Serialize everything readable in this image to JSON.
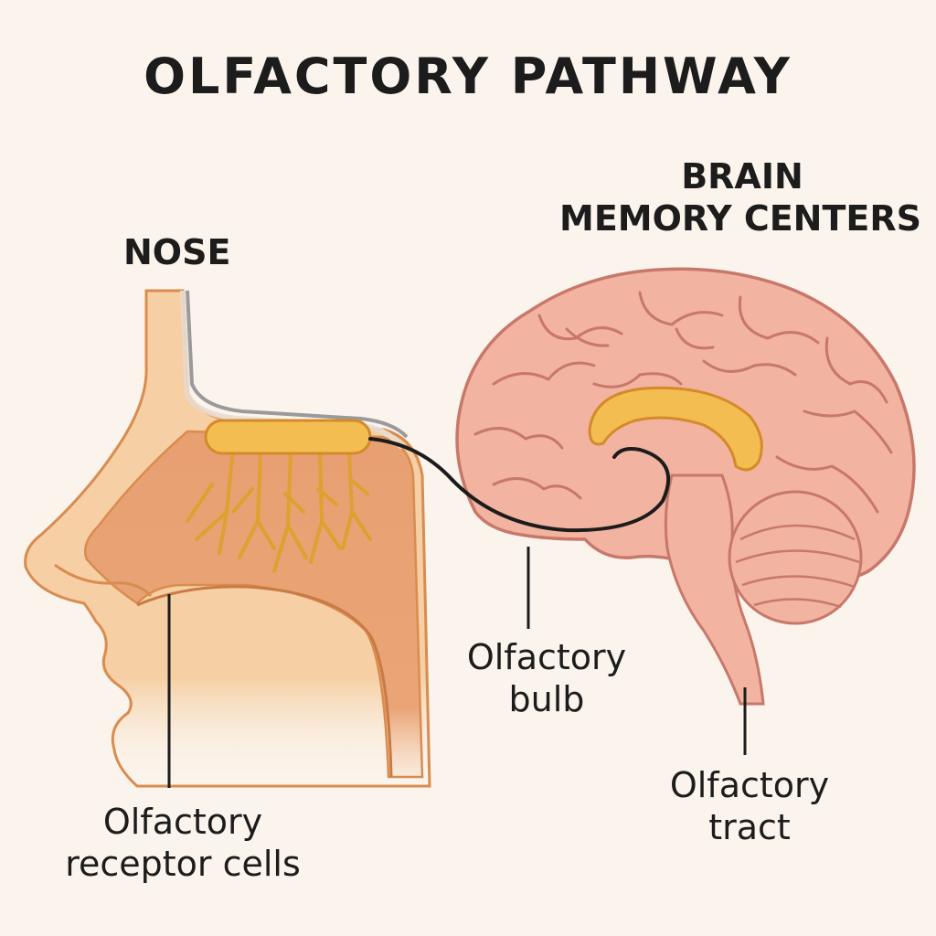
{
  "title": "OLFACTORY PATHWAY",
  "headings": {
    "nose": "NOSE",
    "brain_line1": "BRAIN",
    "brain_line2": "MEMORY CENTERS"
  },
  "labels": {
    "receptor_line1": "Olfactory",
    "receptor_line2": "receptor cells",
    "bulb_line1": "Olfactory",
    "bulb_line2": "bulb",
    "tract_line1": "Olfactory",
    "tract_line2": "tract"
  },
  "colors": {
    "background": "#fbf4ec",
    "skin": "#f6cfa4",
    "skin_outline": "#d98c50",
    "nasal_cavity": "#e8a071",
    "bulb": "#f4bd52",
    "nerve": "#e0a030",
    "brain": "#f2b3a1",
    "brain_outline": "#c8786a",
    "text": "#1c1c1c"
  }
}
